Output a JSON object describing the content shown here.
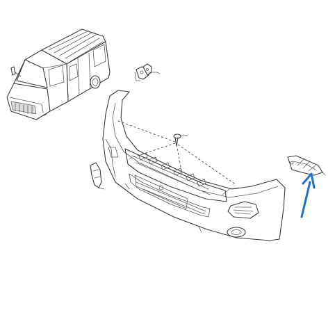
{
  "diagram": {
    "accent_color": "#1e6fc8",
    "line_color": "#3a3a3a",
    "parts": [
      "van-overview",
      "front-bumper",
      "upper-bracket",
      "center-clip",
      "side-bracket-left",
      "side-bracket-right"
    ],
    "indicator": {
      "icon": "arrow-up-icon",
      "target": "side-bracket-right"
    }
  }
}
